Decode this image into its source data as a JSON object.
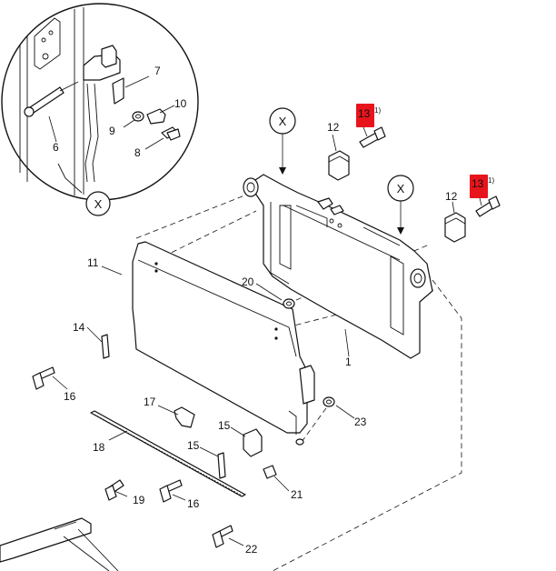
{
  "diagram": {
    "detail_marker": "X",
    "callouts": [
      {
        "id": "c1",
        "text": "1"
      },
      {
        "id": "c6",
        "text": "6"
      },
      {
        "id": "c7",
        "text": "7"
      },
      {
        "id": "c8",
        "text": "8"
      },
      {
        "id": "c9",
        "text": "9"
      },
      {
        "id": "c10",
        "text": "10"
      },
      {
        "id": "c11",
        "text": "11"
      },
      {
        "id": "c12a",
        "text": "12"
      },
      {
        "id": "c12b",
        "text": "12"
      },
      {
        "id": "c13a",
        "text": "13",
        "sup": "1)"
      },
      {
        "id": "c13b",
        "text": "13",
        "sup": "1)"
      },
      {
        "id": "c14",
        "text": "14"
      },
      {
        "id": "c15a",
        "text": "15"
      },
      {
        "id": "c15b",
        "text": "15"
      },
      {
        "id": "c16a",
        "text": "16"
      },
      {
        "id": "c16b",
        "text": "16"
      },
      {
        "id": "c17",
        "text": "17"
      },
      {
        "id": "c18",
        "text": "18"
      },
      {
        "id": "c19",
        "text": "19"
      },
      {
        "id": "c20",
        "text": "20"
      },
      {
        "id": "c21",
        "text": "21"
      },
      {
        "id": "c22",
        "text": "22"
      },
      {
        "id": "c23",
        "text": "23"
      }
    ],
    "highlight_color": "#e8141c",
    "line_color": "#111111"
  }
}
